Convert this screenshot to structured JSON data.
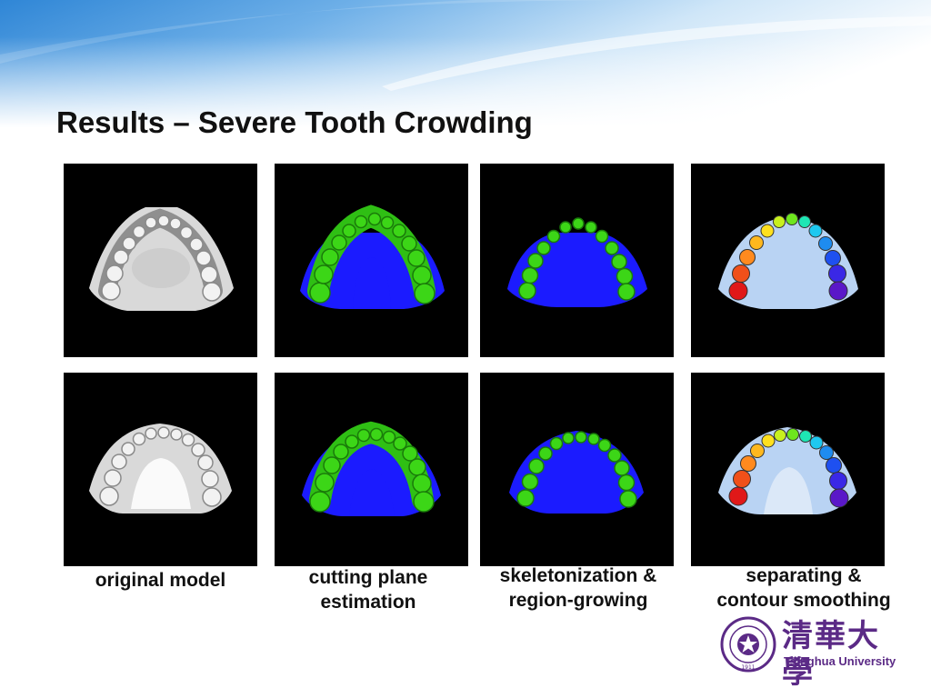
{
  "slide": {
    "title": "Results – Severe Tooth Crowding"
  },
  "captions": [
    {
      "line1": "original model",
      "line2": ""
    },
    {
      "line1": "cutting plane",
      "line2": "estimation"
    },
    {
      "line1": "skeletonization &",
      "line2": "region-growing"
    },
    {
      "line1": "separating &",
      "line2": "contour smoothing"
    }
  ],
  "logo": {
    "chinese_name": "清華大學",
    "english_name": "Tsinghua University",
    "seal_inner_text": "1911"
  },
  "colors": {
    "title_text": "#111111",
    "sky_blue": "#2f86d6",
    "model_white": "#e6e6e6",
    "tooth_green": "#3cd617",
    "base_blue": "#1a1aff",
    "palate_pale": "#b9d3f3",
    "logo_purple": "#5b2a86"
  },
  "panels": [
    {
      "row": "upper",
      "stage": "original model"
    },
    {
      "row": "upper",
      "stage": "cutting plane estimation"
    },
    {
      "row": "upper",
      "stage": "skeletonization & region-growing"
    },
    {
      "row": "upper",
      "stage": "separating & contour smoothing"
    },
    {
      "row": "lower",
      "stage": "original model"
    },
    {
      "row": "lower",
      "stage": "cutting plane estimation"
    },
    {
      "row": "lower",
      "stage": "skeletonization & region-growing"
    },
    {
      "row": "lower",
      "stage": "separating & contour smoothing"
    }
  ]
}
